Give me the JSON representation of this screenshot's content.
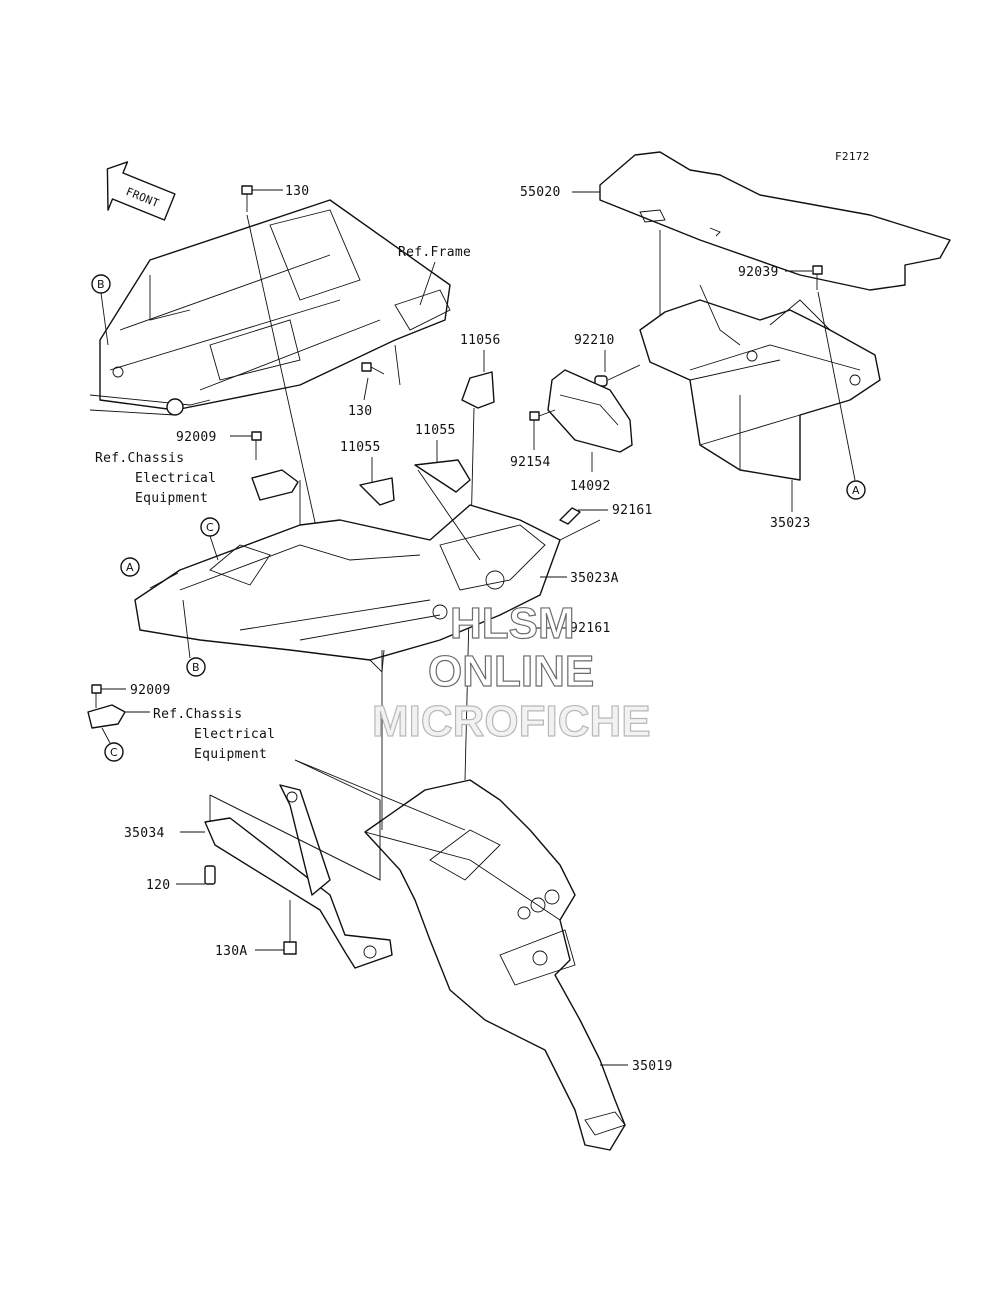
{
  "diagram_code": "F2172",
  "front_arrow": "FRONT",
  "parts": {
    "p130_top": "130",
    "p130_mid": "130",
    "p130A": "130A",
    "p120": "120",
    "p11056": "11056",
    "p11055_a": "11055",
    "p11055_b": "11055",
    "p92009_a": "92009",
    "p92009_b": "92009",
    "p92210": "92210",
    "p92154": "92154",
    "p14092": "14092",
    "p55020": "55020",
    "p92039": "92039",
    "p35023": "35023",
    "p35023A": "35023A",
    "p92161_a": "92161",
    "p92161_b": "92161",
    "p35034": "35034",
    "p35019": "35019"
  },
  "references": {
    "frame": "Ref.Frame",
    "chassis_1": [
      "Ref.Chassis",
      "Electrical",
      "Equipment"
    ],
    "chassis_2": [
      "Ref.Chassis",
      "Electrical",
      "Equipment"
    ]
  },
  "callouts": {
    "B_top": "B",
    "C_mid": "C",
    "A_left": "A",
    "B_bottom": "B",
    "C_bottom": "C",
    "A_right": "A"
  },
  "watermark": [
    "HLSM",
    "ONLINE",
    "MICROFICHE"
  ],
  "colors": {
    "line": "#111111",
    "watermark_outline": "#6c6c6c"
  }
}
